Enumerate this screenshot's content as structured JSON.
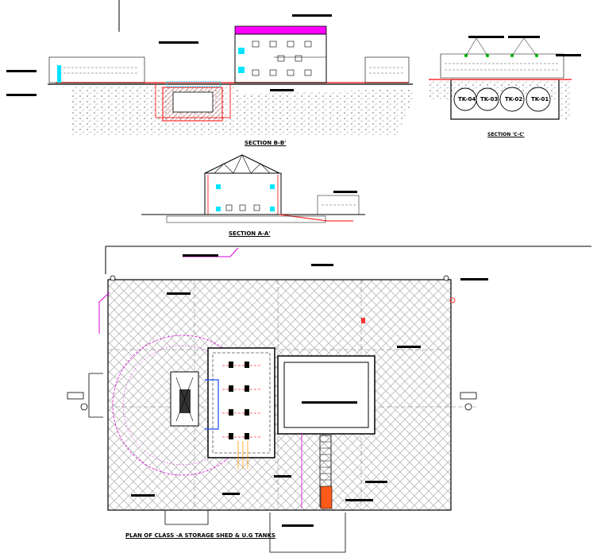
{
  "labels": {
    "section_bb": "SECTION B-B'",
    "section_aa": "SECTION A-A'",
    "section_cc": "SECTION 'C-C'",
    "plan_title": "PLAN OF CLASS -A STORAGE SHED & U.G TANKS"
  },
  "tanks": [
    "TK-04",
    "TK-03",
    "TK-02",
    "TK-01"
  ],
  "colors": {
    "ink": "#000000",
    "roof": "#ff00ff",
    "water": "#00e5ff",
    "wall": "#ff3333",
    "ground": "#7a7a7a",
    "hatch": "#b0b0b0",
    "leader": "#d900d9",
    "node": "#00c000",
    "orange": "#ff5a1a"
  }
}
